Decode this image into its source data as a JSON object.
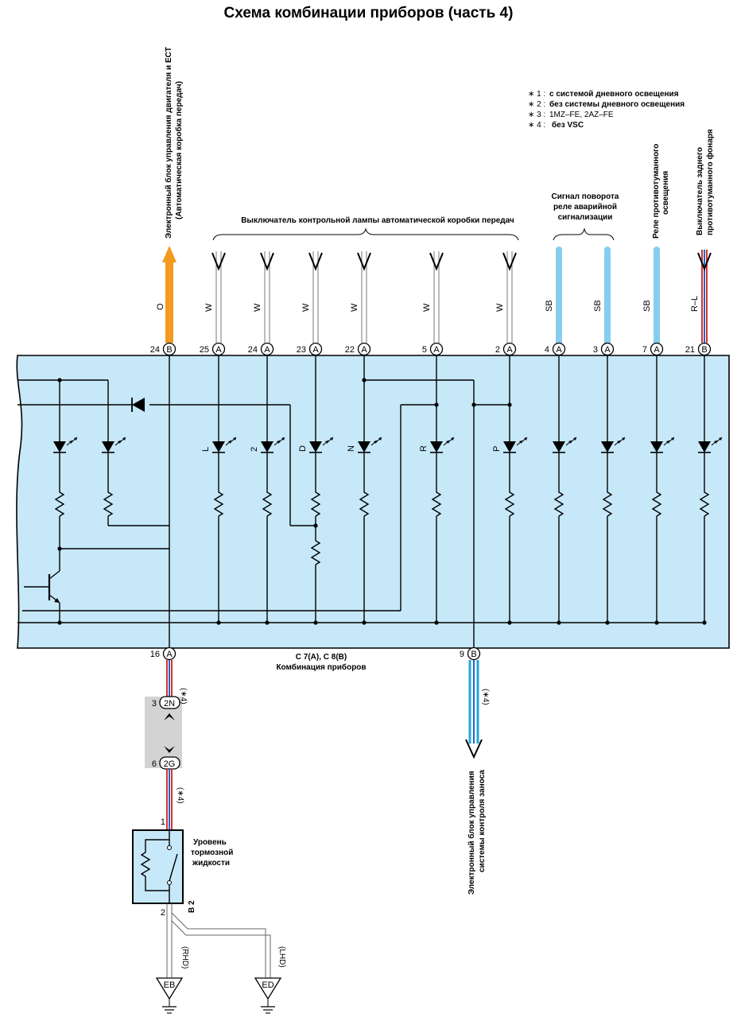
{
  "title": "Схема комбинации приборов (часть 4)",
  "notes": [
    {
      "mark": "∗ 1 :",
      "text": "с системой дневного освещения"
    },
    {
      "mark": "∗ 2 :",
      "text": "без системы дневного освещения"
    },
    {
      "mark": "∗ 3 :",
      "text": "1MZ–FE, 2AZ–FE"
    },
    {
      "mark": "∗ 4 :",
      "text": "без VSC"
    }
  ],
  "labels": {
    "ecu_engine_1": "Электронный блок управления двигателя и ECT",
    "ecu_engine_2": "(Автоматическая коробка передач)",
    "at_indicator_switch": "Выключатель контрольной лампы автоматической коробки передач",
    "turn_signal_1": "Сигнал поворота",
    "turn_signal_2": "реле аварийной",
    "turn_signal_3": "сигнализации",
    "fog_relay_1": "Реле противотуманного",
    "fog_relay_2": "освещения",
    "rear_fog_1": "Выключатель заднего",
    "rear_fog_2": "противотуманного фонаря",
    "connector_ref": "C 7(A), C 8(B)",
    "combination_meter": "Комбинация приборов",
    "vsc_ecu_1": "Электронный блок управления",
    "vsc_ecu_2": "системы контроля заноса",
    "brake_fluid_1": "Уровень",
    "brake_fluid_2": "тормозной",
    "brake_fluid_3": "жидкости",
    "brake_fluid_id": "B 2",
    "rhd": "(RHD)",
    "lhd": "(LHD)",
    "note4_tag": "(∗4)"
  },
  "top_pins": [
    {
      "pin": "24",
      "conn": "B",
      "wire": "O",
      "color": "#f39a21"
    },
    {
      "pin": "25",
      "conn": "A",
      "wire": "W",
      "color": "#ffffff"
    },
    {
      "pin": "24",
      "conn": "A",
      "wire": "W",
      "color": "#ffffff"
    },
    {
      "pin": "23",
      "conn": "A",
      "wire": "W",
      "color": "#ffffff"
    },
    {
      "pin": "22",
      "conn": "A",
      "wire": "W",
      "color": "#ffffff"
    },
    {
      "pin": "5",
      "conn": "A",
      "wire": "W",
      "color": "#ffffff"
    },
    {
      "pin": "2",
      "conn": "A",
      "wire": "W",
      "color": "#ffffff"
    },
    {
      "pin": "4",
      "conn": "A",
      "wire": "SB",
      "color": "#87cdee"
    },
    {
      "pin": "3",
      "conn": "A",
      "wire": "SB",
      "color": "#87cdee"
    },
    {
      "pin": "7",
      "conn": "A",
      "wire": "SB",
      "color": "#87cdee"
    },
    {
      "pin": "21",
      "conn": "B",
      "wire": "R–L",
      "color": "#d9322c"
    }
  ],
  "led_labels": [
    "L",
    "2",
    "D",
    "N",
    "R",
    "P"
  ],
  "bottom_pins": [
    {
      "pin": "16",
      "conn": "A"
    },
    {
      "pin": "9",
      "conn": "B"
    }
  ],
  "junctions": [
    {
      "pin": "3",
      "conn": "2N"
    },
    {
      "pin": "6",
      "conn": "2G"
    }
  ],
  "brake_pins": {
    "top": "1",
    "bottom": "2"
  },
  "grounds": [
    "EB",
    "ED"
  ],
  "colors": {
    "panel": "#c6e8f8",
    "orange": "#f39a21",
    "sky_blue": "#87cdee",
    "red": "#d9322c",
    "blue": "#1f66c9",
    "cyan": "#23a6d8",
    "gray_box": "#d3d3d3"
  }
}
